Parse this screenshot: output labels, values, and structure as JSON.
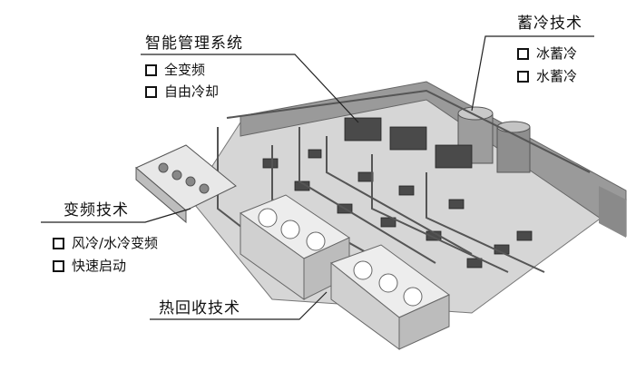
{
  "callouts": {
    "smart_management": {
      "title": "智能管理系统",
      "items": [
        "全变频",
        "自由冷却"
      ]
    },
    "cold_storage": {
      "title": "蓄冷技术",
      "items": [
        "冰蓄冷",
        "水蓄冷"
      ]
    },
    "variable_frequency": {
      "title": "变频技术",
      "items": [
        "风冷/水冷变频",
        "快速启动"
      ]
    },
    "heat_recovery": {
      "title": "热回收技术",
      "items": []
    }
  },
  "icons": {
    "checkbox": "checkbox-icon"
  },
  "colors": {
    "line": "#222222",
    "plant_floor": "#d8d8d8",
    "wall": "#8f8f8f",
    "equipment": "#4a4a4a",
    "towers": "#e6e6e6"
  }
}
